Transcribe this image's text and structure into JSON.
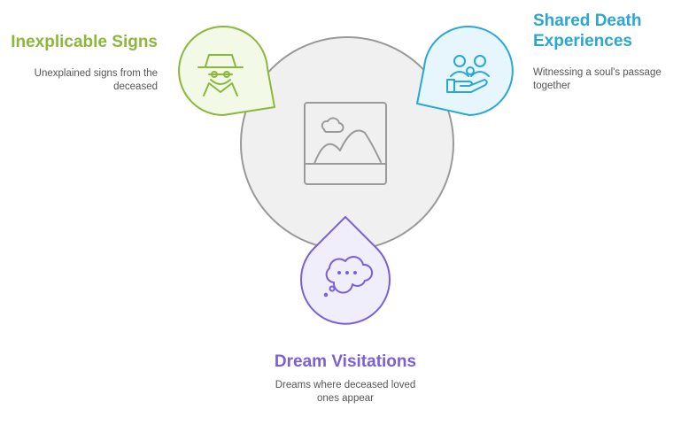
{
  "colors": {
    "inexplicable_signs": "#8BB83A",
    "shared_death": "#2AA7D3",
    "dream": "#7A5FD9",
    "center_fill": "#F0F0F0",
    "center_stroke": "#999999"
  },
  "center": {
    "icon": "image-placeholder-icon"
  },
  "nodes": {
    "inexplicable_signs": {
      "title": "Inexplicable Signs",
      "description": "Unexplained signs from the deceased",
      "icon": "detective-icon"
    },
    "shared_death": {
      "title": "Shared Death Experiences",
      "description": "Witnessing a soul's passage together",
      "icon": "people-in-hand-icon"
    },
    "dream": {
      "title": "Dream Visitations",
      "description": "Dreams where deceased loved ones appear",
      "icon": "thought-bubble-icon"
    }
  }
}
